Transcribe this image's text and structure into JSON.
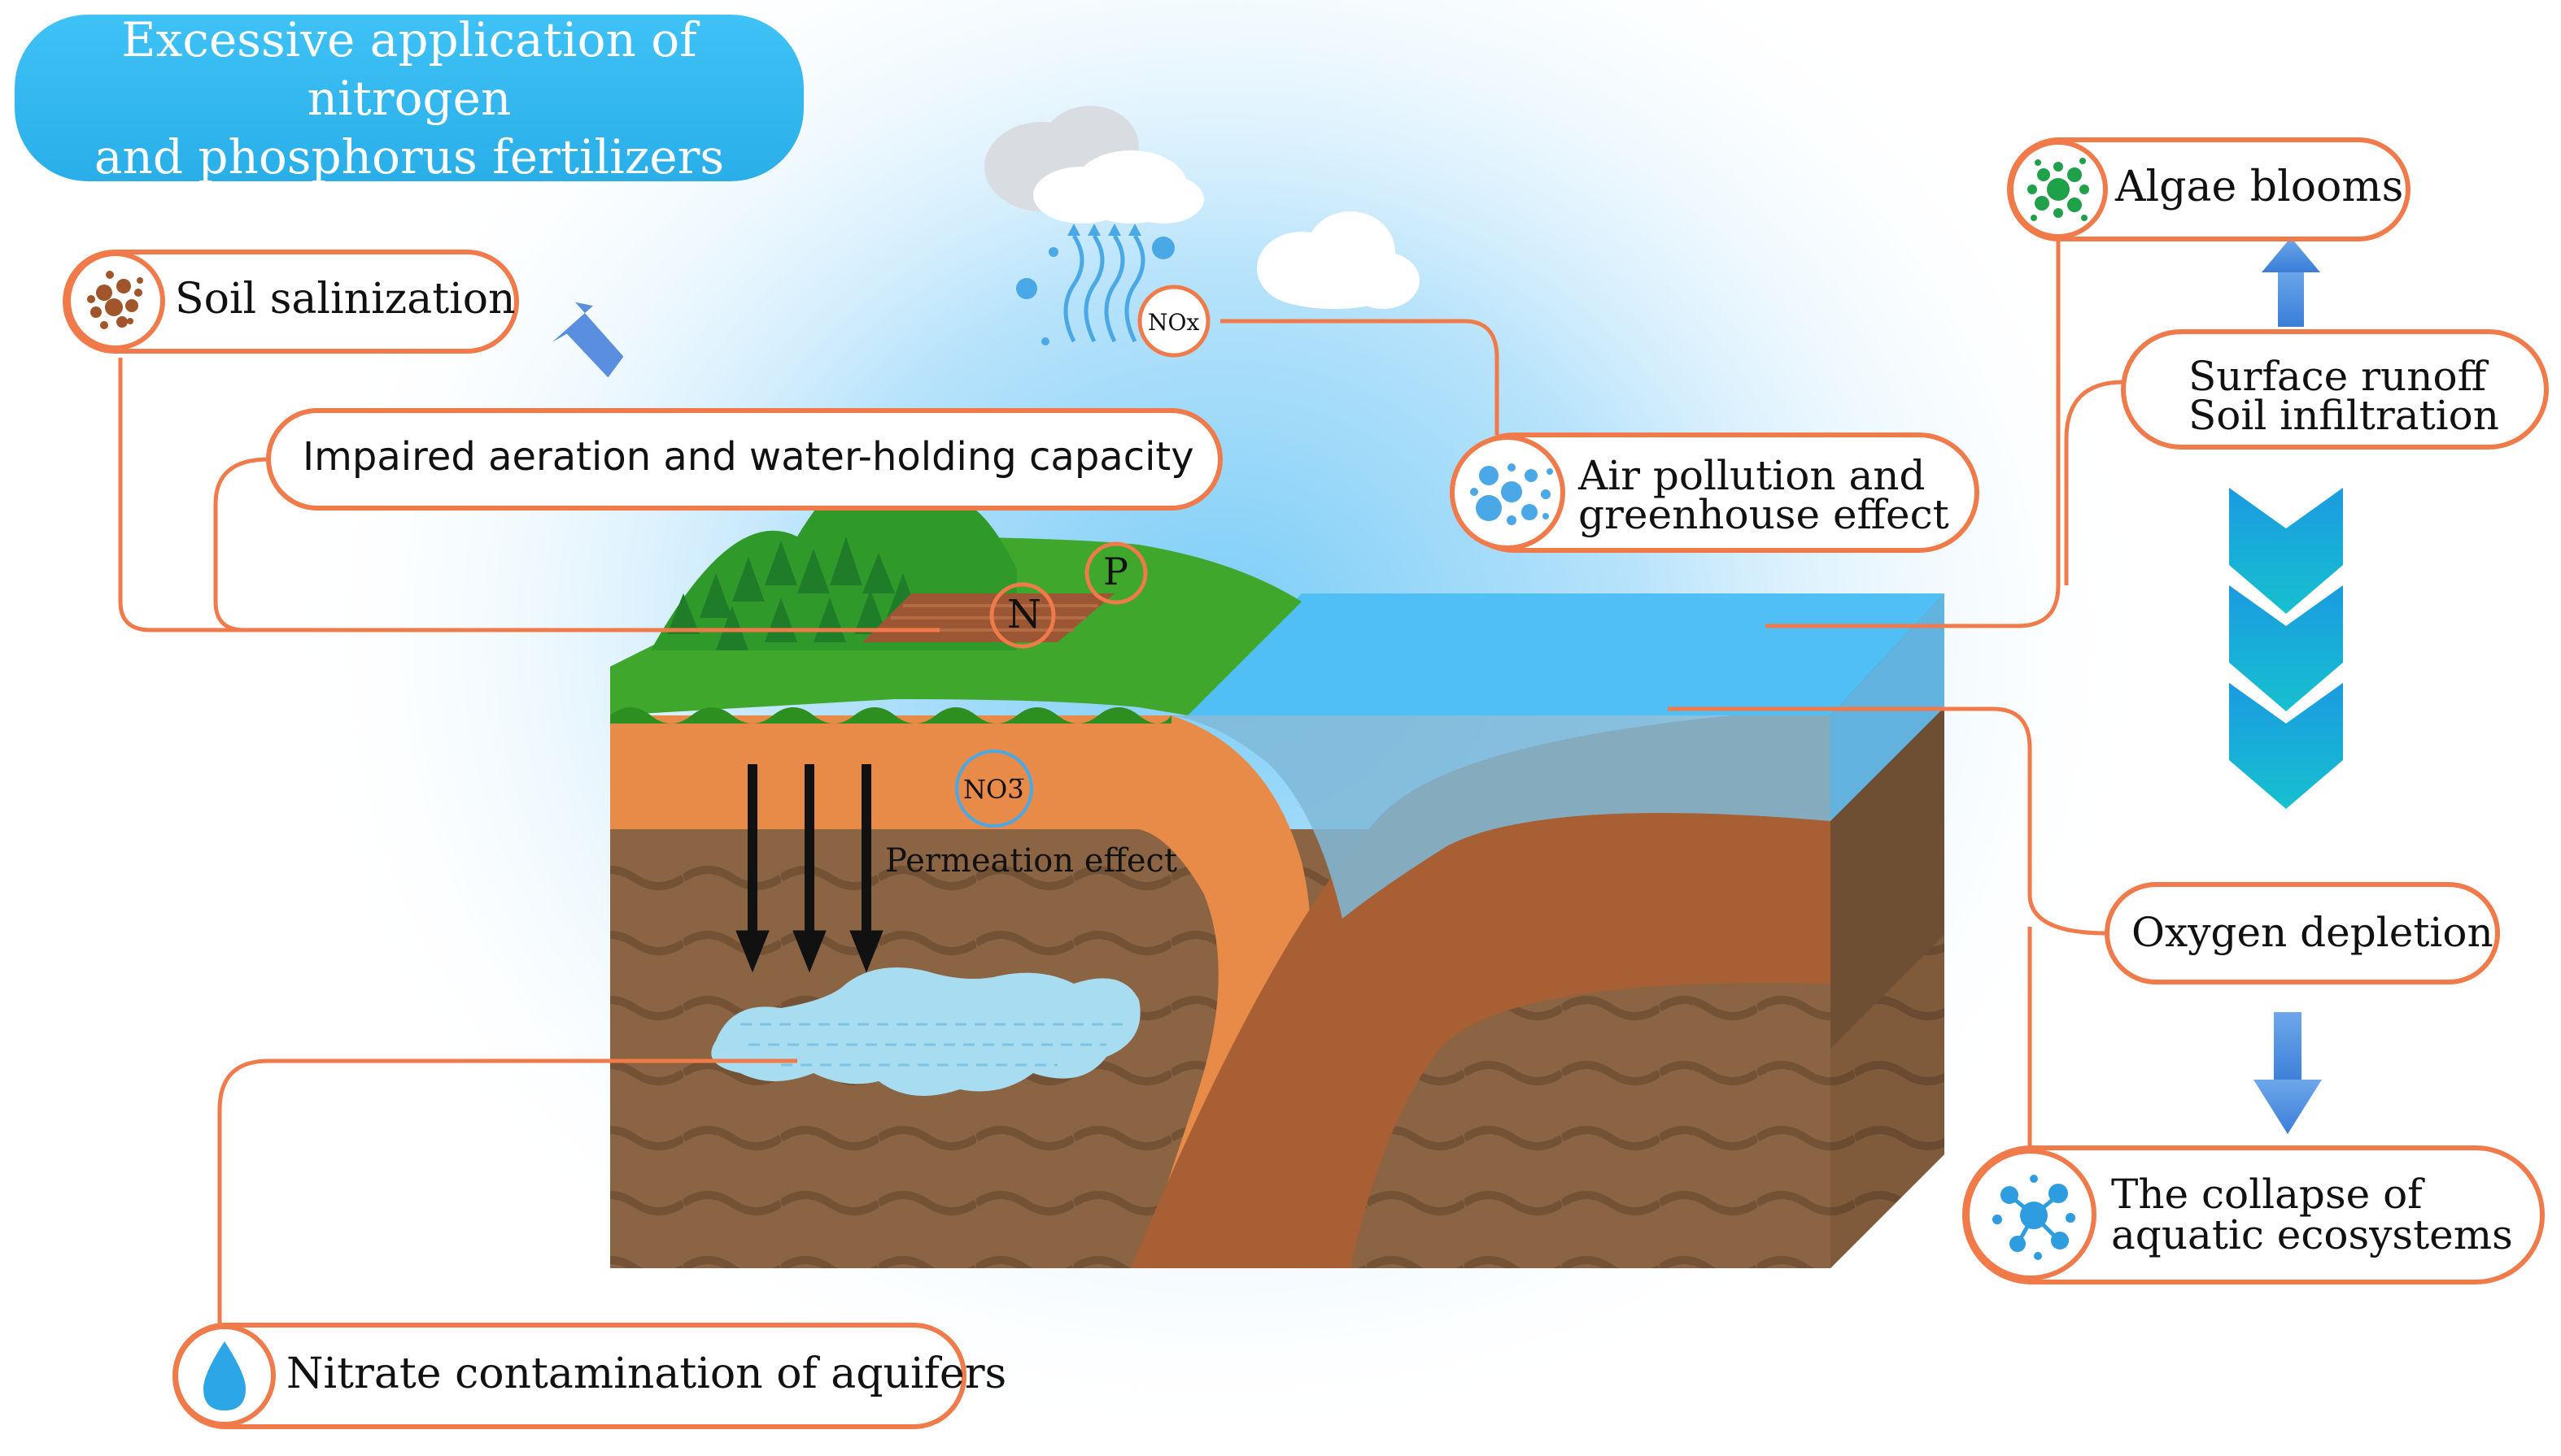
{
  "title": {
    "line1": "Excessive application of nitrogen",
    "line2": "and phosphorus fertilizers"
  },
  "labels": {
    "soil_salinization": "Soil salinization",
    "impaired_aeration": "Impaired aeration and water-holding capacity",
    "air_pollution_line1": "Air pollution and",
    "air_pollution_line2": "greenhouse effect",
    "algae_blooms": "Algae blooms",
    "runoff_line1": "Surface runoff",
    "runoff_line2": "Soil infiltration",
    "oxygen_depletion": "Oxygen depletion",
    "collapse_line1": "The collapse of",
    "collapse_line2": "aquatic ecosystems",
    "nitrate_contamination": "Nitrate contamination of aquifers",
    "permeation_effect": "Permeation effect"
  },
  "markers": {
    "nitrogen": "N",
    "phosphorus": "P",
    "nox": "NOx",
    "nitrate": "NO3̅"
  },
  "colors": {
    "callout_border": "#f07a4a",
    "title_fill": "#2fb5ee",
    "arrow_blue": "#4f8fe0",
    "chevron_cyan": "#1ab4d8",
    "grass": "#3fa82c",
    "topsoil": "#e88a48",
    "subsoil": "#8a6141",
    "water": "#5cc4f5"
  },
  "icons": [
    "soil-salinization-icon",
    "air-pollution-icon",
    "algae-icon",
    "aquatic-ecosystem-icon",
    "water-drop-icon",
    "rain-cloud-icon",
    "cloud-icon"
  ]
}
